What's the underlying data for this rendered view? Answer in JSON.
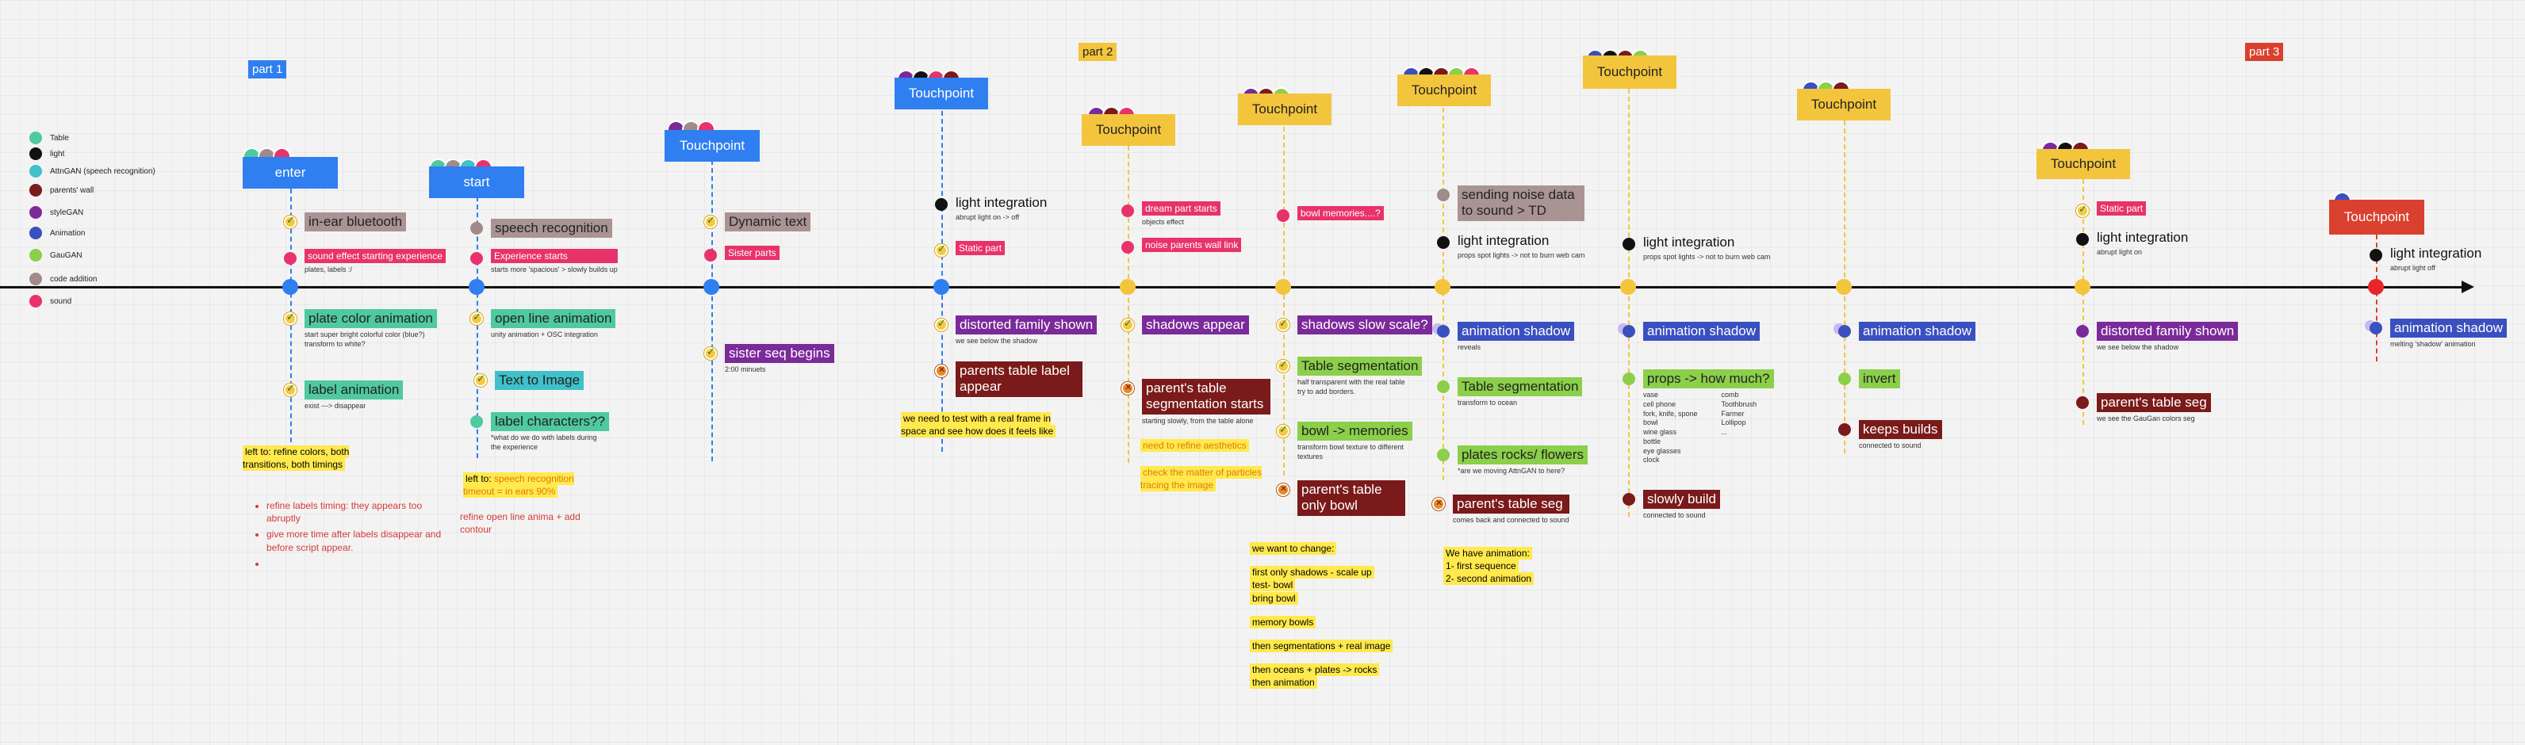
{
  "legend": [
    {
      "label": "Table",
      "color": "#4fc9a0"
    },
    {
      "label": "light",
      "color": "#111111"
    },
    {
      "label": "AttnGAN (speech recognition)",
      "color": "#40c0c8"
    },
    {
      "label": "parents' wall",
      "color": "#7a1a1a"
    },
    {
      "label": "styleGAN",
      "color": "#7b2a9a"
    },
    {
      "label": "Animation",
      "color": "#3a50c0"
    },
    {
      "label": "GauGAN",
      "color": "#8bcf4a"
    },
    {
      "label": "code addition",
      "color": "#a08a8a"
    },
    {
      "label": "sound",
      "color": "#e8336a"
    }
  ],
  "parts": {
    "part1": "part 1",
    "part2": "part 2",
    "part3": "part 3"
  },
  "milestones": {
    "enter": "enter",
    "start": "start",
    "touchpoint": "Touchpoint"
  },
  "colors": {
    "blue": "#2f7ff0",
    "yellow": "#f3c53d",
    "red": "#d9412e",
    "table": "#4fc9a0",
    "light": "#111111",
    "attngan": "#40c0c8",
    "parents": "#7a1a1a",
    "stylegan": "#7b2a9a",
    "animation": "#3a50c0",
    "gaugan": "#8bcf4a",
    "code": "#a08a8a",
    "sound": "#e8336a"
  },
  "col1": {
    "above": {
      "in_ear": "in-ear bluetooth",
      "sound_effect": "sound effect starting experience",
      "sound_effect_sub": "plates, labels :/"
    },
    "below": {
      "plate_color": "plate color animation",
      "plate_color_sub1": "start super bright colorful color (blue?)",
      "plate_color_sub2": "transform to white?",
      "label_anim": "label animation",
      "label_anim_sub": "exist ---> disappear"
    },
    "note_left": "left to: refine colors, both transitions, both timings",
    "todo": [
      "refine labels timing: they appears too abruptly",
      "give more time after labels disappear and before script appear.",
      ""
    ]
  },
  "col2": {
    "above": {
      "speech": "speech recognition",
      "exp_starts": "Experience starts",
      "exp_starts_sub": "starts more 'spacious' > slowly builds up"
    },
    "below": {
      "open_line": "open line animation",
      "open_line_sub": "unity animation + OSC integration",
      "text_image": "Text to Image",
      "label_chars": "label characters??",
      "label_chars_sub1": "*what do we do with labels during",
      "label_chars_sub2": "the experience"
    },
    "note_left_prefix": "left to: ",
    "note_left_red": "speech recognition timeout = in ears 90%",
    "note_refine": "refine open line anima + add contour"
  },
  "col3": {
    "above": {
      "dynamic": "Dynamic text",
      "sister": "Sister parts"
    },
    "below": {
      "sister_seq": "sister seq begins",
      "sister_seq_sub": "2:00 minuets"
    }
  },
  "col4": {
    "above": {
      "light": "light integration",
      "light_sub": "abrupt light on -> off",
      "static": "Static part"
    },
    "below": {
      "distorted": "distorted family shown",
      "distorted_sub": "we see below the shadow",
      "parents_label": "parents table label appear"
    },
    "note": "we need to test with a real frame in space and see how does it feels like"
  },
  "col5": {
    "above": {
      "dream": "dream part starts",
      "dream_sub": "objects effect",
      "noise": "noise parents wall link"
    },
    "below": {
      "shadows": "shadows appear",
      "parents_seg": "parent's table segmentation starts",
      "parents_seg_sub": "starting slowly, from the table alone",
      "refine": "need to refine aesthetics",
      "particles": "check the matter of particles tracing the image"
    }
  },
  "col6": {
    "above": {
      "bowl_mem": "bowl memories....?"
    },
    "below": {
      "shadows_slow": "shadows slow scale?",
      "table_seg": "Table segmentation",
      "table_seg_sub1": "half transparent with the real table",
      "table_seg_sub2": "try to add borders.",
      "bowl": "bowl -> memories",
      "bowl_sub1": "transform bowl texture to different",
      "bowl_sub2": "textures",
      "parents_only": "parent's table only bowl"
    },
    "change": [
      "we want to change:",
      "first only shadows - scale up",
      "test- bowl",
      "bring bowl",
      "memory bowls",
      "then segmentations +  real image",
      "then oceans  + plates -> rocks",
      "then animation"
    ]
  },
  "col7": {
    "above": {
      "noise": "sending noise data to sound > TD",
      "light": "light integration",
      "light_sub": "props spot lights -> not to burn web cam"
    },
    "below": {
      "anim_shadow": "animation shadow",
      "anim_shadow_sub": "reveals",
      "table_seg": "Table segmentation",
      "table_seg_sub": "transform to ocean",
      "plates": "plates rocks/ flowers",
      "plates_sub": "*are we moving AttnGAN to here?",
      "parents_seg": "parent's table seg",
      "parents_seg_sub": "comes back and connected to sound"
    },
    "note": [
      "We have animation:",
      "1- first sequence",
      "2- second animation"
    ]
  },
  "col8": {
    "above": {
      "light": "light integration",
      "light_sub": "props spot lights -> not to burn web cam"
    },
    "below": {
      "anim_shadow": "animation shadow",
      "props": "props -> how much?",
      "props_list1": [
        "vase",
        "cell phone",
        "fork, knife, spone",
        "bowl",
        "wine glass",
        "bottle",
        "eye glasses",
        "clock"
      ],
      "props_list2": [
        "comb",
        "Toothbrush",
        "Farmer",
        "Lollipop",
        "..."
      ],
      "slowly": "slowly build",
      "slowly_sub": "connected to sound"
    }
  },
  "col9": {
    "below": {
      "anim_shadow": "animation shadow",
      "invert": "invert",
      "keeps": "keeps builds",
      "keeps_sub": "connected to sound"
    }
  },
  "col10": {
    "above": {
      "static": "Static part",
      "light": "light integration",
      "light_sub": "abrupt light on"
    },
    "below": {
      "distorted": "distorted family shown",
      "distorted_sub": "we see below the shadow",
      "parents_seg": "parent's table seg",
      "parents_seg_sub": "we see the GauGan colors seg"
    }
  },
  "col11": {
    "above": {
      "light": "light integration",
      "light_sub": "abrupt light off"
    },
    "below": {
      "anim_shadow": "animation shadow",
      "anim_shadow_sub": "melting 'shadow' animation"
    }
  }
}
